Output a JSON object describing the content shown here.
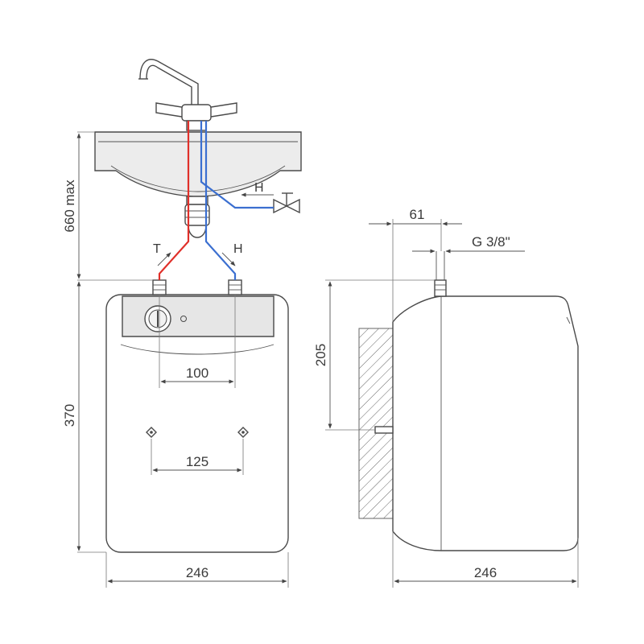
{
  "colors": {
    "hot_pipe": "#e0302a",
    "cold_pipe": "#3b6fd0",
    "line": "#4a4a4a",
    "wall_hatch": "#666666",
    "panel": "#e6e6e6"
  },
  "front_view": {
    "height_sink_label": "660 max",
    "height_body_label": "370",
    "width_label": "246",
    "connection_spacing_label": "100",
    "mount_spacing_label": "125",
    "outlet_label": "T",
    "inlet_label": "H",
    "valve_label": "H",
    "icons": [
      "faucet-icon",
      "sink-icon",
      "valve-icon",
      "thermostat-knob-icon"
    ]
  },
  "side_view": {
    "connection_offset_label": "61",
    "thread_label": "G 3/8\"",
    "mount_height_label": "205",
    "width_label": "246"
  }
}
